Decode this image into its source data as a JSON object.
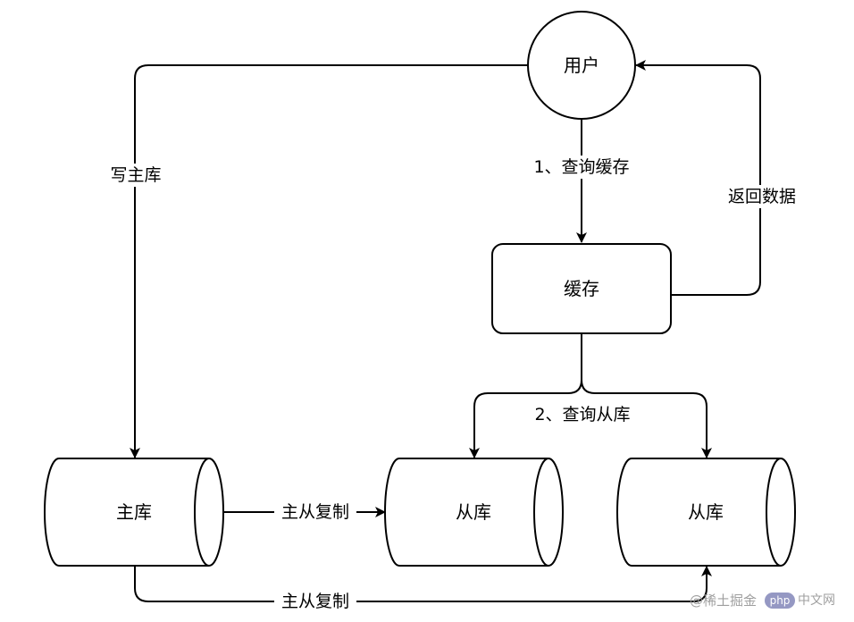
{
  "nodes": {
    "user": "用户",
    "cache": "缓存",
    "master_db": "主库",
    "slave_db_1": "从库",
    "slave_db_2": "从库"
  },
  "edges": {
    "query_cache": "1、查询缓存",
    "return_data": "返回数据",
    "write_master": "写主库",
    "query_slave": "2、查询从库",
    "replication_1": "主从复制",
    "replication_2": "主从复制"
  },
  "watermark": {
    "text_1": "@稀土掘金",
    "text_2": "中文网",
    "badge_text": "php",
    "badge_color": "#7b7fb5"
  }
}
